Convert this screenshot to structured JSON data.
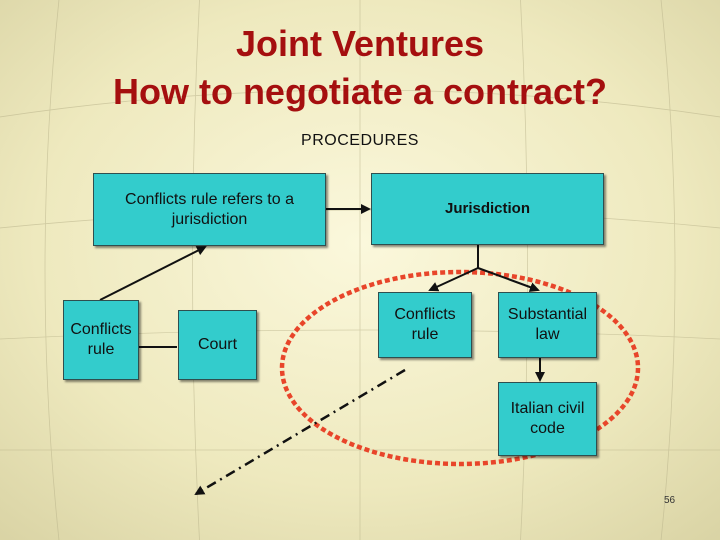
{
  "slide": {
    "title_line1": "Joint Ventures",
    "title_line2": "How to negotiate a contract?",
    "subtitle": "PROCEDURES",
    "page_number": "56"
  },
  "boxes": {
    "refers": "Conflicts rule refers to a jurisdiction",
    "jurisdiction": "Jurisdiction",
    "conflicts_left": "Conflicts rule",
    "court": "Court",
    "conflicts_center": "Conflicts rule",
    "substantial": "Substantial law",
    "italian": "Italian civil code"
  },
  "colors": {
    "title": "#A50F0F",
    "box_fill": "#33CCCC",
    "ellipse": "#E8452A",
    "background": "#F4F0CC"
  }
}
